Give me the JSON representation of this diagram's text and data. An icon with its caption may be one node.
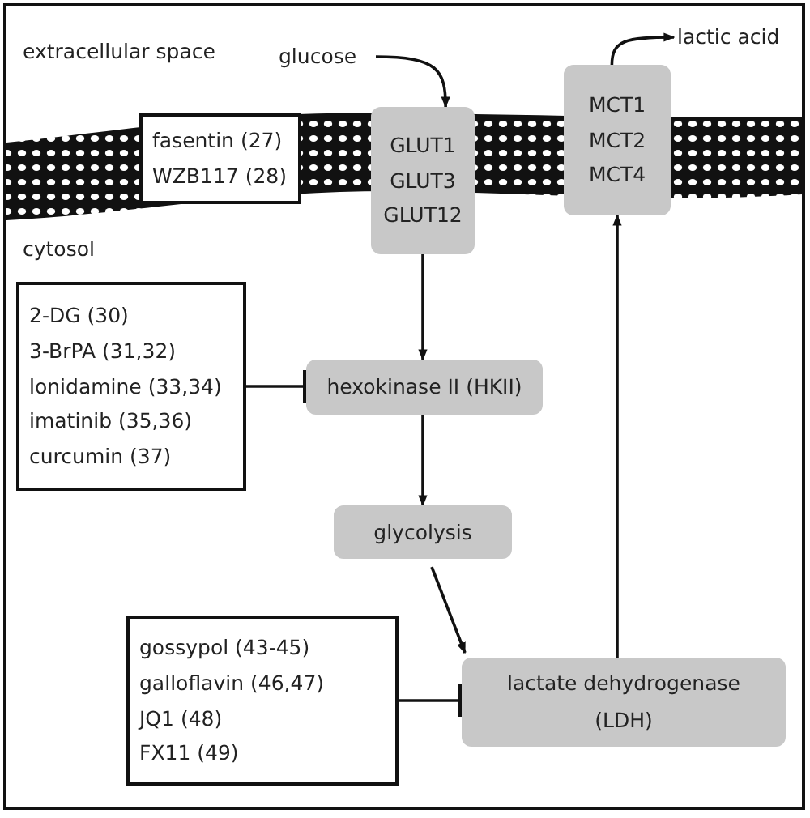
{
  "diagram": {
    "nodes": [
      {
        "text": [
          "glucose"
        ]
      },
      {
        "text": [
          "GLUT1",
          "GLUT3",
          "GLUT12"
        ]
      },
      {
        "text": [
          "MCT1",
          "MCT2",
          "MCT4"
        ]
      },
      {
        "text": [
          "lactic acid"
        ]
      },
      {
        "text": [
          "fasentin (27)",
          "WZB117 (28)"
        ]
      },
      {
        "text": [
          "2-DG (30)",
          "3-BrPA (31,32)",
          "lonidamine (33,34)",
          "imatinib (35,36)",
          "curcumin (37)"
        ]
      },
      {
        "text": [
          "hexokinase II (HKII)"
        ]
      },
      {
        "text": [
          "glycolysis"
        ]
      },
      {
        "text": [
          "gossypol (43-45)",
          "galloflavin (46,47)",
          "JQ1 (48)",
          "FX11 (49)"
        ]
      },
      {
        "text": [
          "lactate dehydrogenase (LDH)"
        ]
      }
    ],
    "edges": [
      {
        "from": 0,
        "to": 1,
        "arrow": "to"
      },
      {
        "from": 1,
        "to": 6,
        "arrow": "to"
      },
      {
        "from": 6,
        "to": 7,
        "arrow": "to"
      },
      {
        "from": 7,
        "to": 9,
        "arrow": "to"
      },
      {
        "from": 9,
        "to": 2,
        "arrow": "to"
      },
      {
        "from": 2,
        "to": 3,
        "arrow": "to"
      },
      {
        "from": 5,
        "to": 6,
        "arrow": "other"
      },
      {
        "from": 8,
        "to": 9,
        "arrow": "other"
      }
    ],
    "labels": [
      "extracellular space",
      "cytosol"
    ]
  }
}
